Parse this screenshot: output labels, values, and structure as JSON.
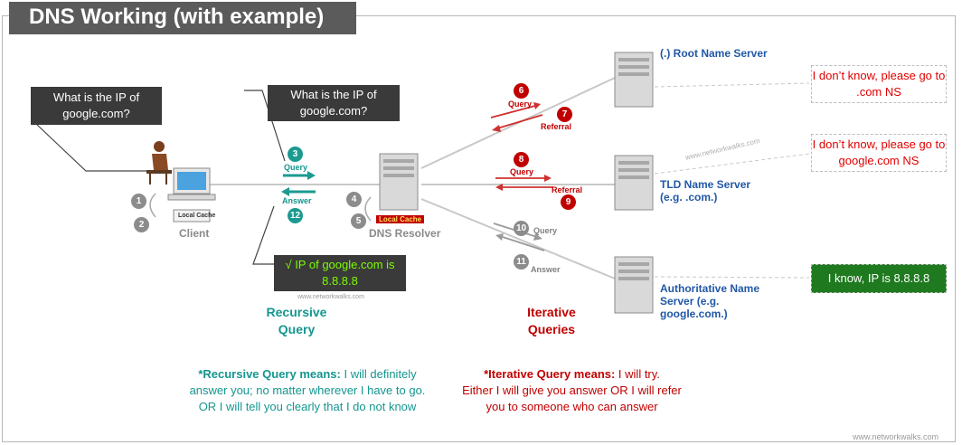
{
  "title": "DNS Working (with example)",
  "client": {
    "question": "What is the IP of google.com?",
    "label": "Client",
    "cache_label": "Local Cache"
  },
  "resolver": {
    "question": "What is the IP of google.com?",
    "label": "DNS Resolver",
    "cache_label": "Local Cache",
    "answer": "√  IP of google.com is 8.8.8.8"
  },
  "servers": {
    "root": {
      "label": "(.) Root Name Server",
      "reply": "I don’t know, please go to .com NS"
    },
    "tld": {
      "label": "TLD Name Server (e.g. .com.)",
      "reply": "I don’t know, please go to google.com NS"
    },
    "auth": {
      "label": "Authoritative Name Server (e.g. google.com.)",
      "reply": "I know, IP is 8.8.8.8"
    }
  },
  "steps": {
    "s1": "1",
    "s2": "2",
    "s3": "3",
    "s4": "4",
    "s5": "5",
    "s6": "6",
    "s7": "7",
    "s8": "8",
    "s9": "9",
    "s10": "10",
    "s11": "11",
    "s12": "12"
  },
  "arrow_labels": {
    "query": "Query",
    "answer": "Answer",
    "referral": "Referral"
  },
  "watermarks": {
    "mid": "www.networkwalks.com",
    "diag": "www.networkwalks.com",
    "corner": "www.networkwalks.com"
  },
  "section_labels": {
    "recursive": "Recursive Query",
    "iterative": "Iterative Queries"
  },
  "definitions": {
    "recursive_head": "*Recursive Query means:",
    "recursive_body1": " I will definitely",
    "recursive_body2": "answer you; no matter wherever I have to go.",
    "recursive_body3": "OR I will tell you clearly that I do not know",
    "iterative_head": "*Iterative Query means:",
    "iterative_body1": " I will try.",
    "iterative_body2": "Either I will give you answer OR I will refer",
    "iterative_body3": "you to someone who can answer"
  },
  "colors": {
    "dark_box": "#3a3a3a",
    "answer_text": "#7cfc00",
    "teal": "#14968f",
    "red": "#c00000",
    "blue": "#2158a6"
  }
}
